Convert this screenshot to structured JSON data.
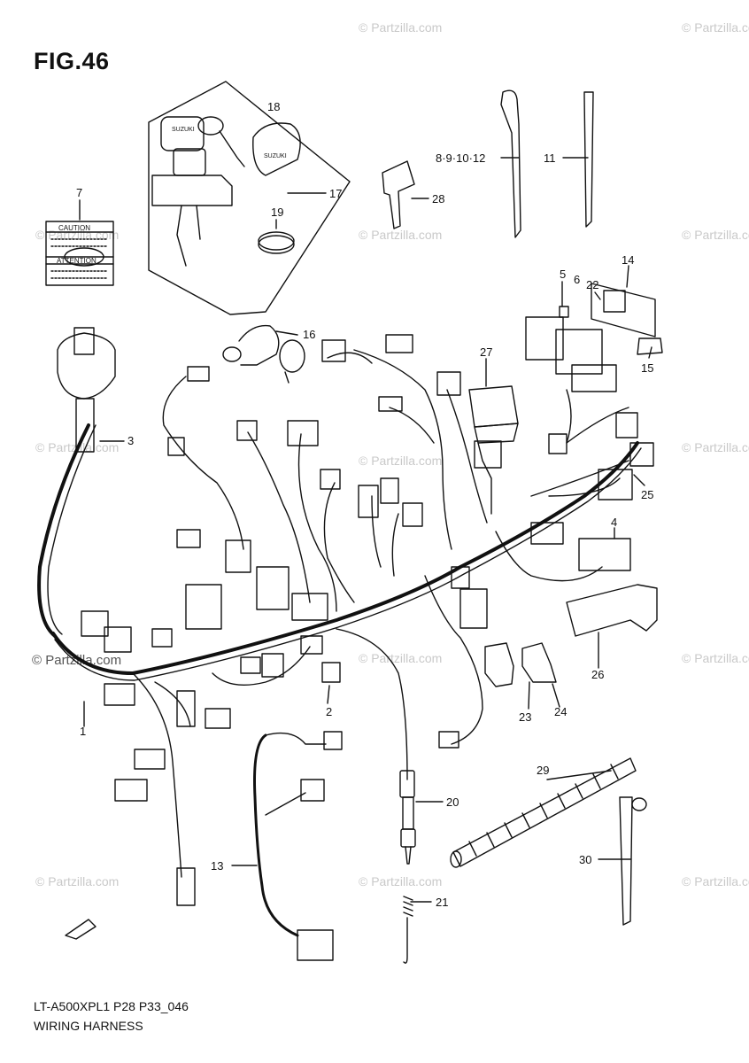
{
  "figure": {
    "title": "FIG.46",
    "code": "LT-A500XPL1 P28 P33_046",
    "name": "WIRING HARNESS"
  },
  "watermark": {
    "text": "© Partzilla.com",
    "main_text": "© Partzilla.com"
  },
  "labels": {
    "caution": "CAUTION",
    "attention": "ATTENTION",
    "key_brand": "SUZUKI"
  },
  "callouts": {
    "p1": "1",
    "p2": "2",
    "p3": "3",
    "p4": "4",
    "p5": "5",
    "p6": "6",
    "p7": "7",
    "p8_12": "8·9·10·12",
    "p11": "11",
    "p13": "13",
    "p14": "14",
    "p15": "15",
    "p16": "16",
    "p17": "17",
    "p18": "18",
    "p19": "19",
    "p20": "20",
    "p21": "21",
    "p22": "22",
    "p23": "23",
    "p24": "24",
    "p25": "25",
    "p26": "26",
    "p27": "27",
    "p28": "28",
    "p29": "29",
    "p30": "30"
  }
}
